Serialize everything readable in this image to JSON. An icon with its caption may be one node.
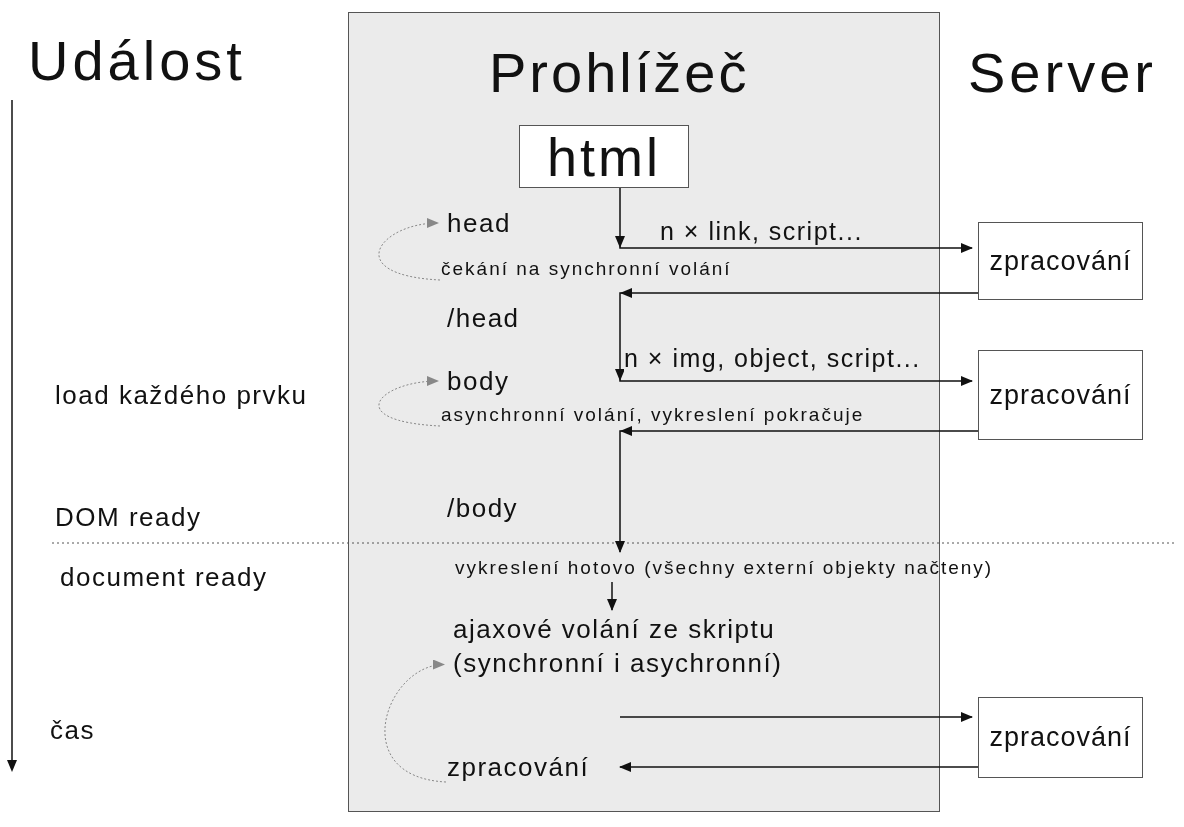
{
  "diagram": {
    "nodes": [
      {
        "text": [
          "Prohlížeč"
        ]
      },
      {
        "text": [
          "html"
        ],
        "in": 0
      },
      {
        "text": [
          "head"
        ],
        "in": 0
      },
      {
        "text": [
          "čekání na synchronní volání"
        ],
        "in": 0
      },
      {
        "text": [
          "/head"
        ],
        "in": 0
      },
      {
        "text": [
          "body"
        ],
        "in": 0
      },
      {
        "text": [
          "asynchronní volání, vykreslení pokračuje"
        ],
        "in": 0
      },
      {
        "text": [
          "/body"
        ],
        "in": 0
      },
      {
        "text": [
          "vykreslení hotovo (všechny externí objekty načteny)"
        ]
      },
      {
        "text": [
          "ajaxové volání ze skriptu (synchronní i asychronní)"
        ],
        "in": 0
      },
      {
        "text": [
          "zpracování"
        ],
        "in": 0
      },
      {
        "text": [
          "zpracování"
        ]
      },
      {
        "text": [
          "zpracování"
        ]
      },
      {
        "text": [
          "zpracování"
        ]
      }
    ],
    "edges": [
      {
        "from": 1,
        "to": 11,
        "arrow": "to",
        "label": "n × link, script..."
      },
      {
        "from": 11,
        "to": 12,
        "arrow": "to",
        "label": "n × img, object, script..."
      },
      {
        "from": 12,
        "to": 8,
        "arrow": "to"
      },
      {
        "from": 8,
        "to": 9,
        "arrow": "to"
      },
      {
        "from": 9,
        "to": 13,
        "arrow": "to"
      },
      {
        "from": 13,
        "to": 10,
        "arrow": "to"
      },
      {
        "from": 3,
        "to": 2,
        "arrow": "to",
        "style": "dashed",
        "color": "#888888"
      },
      {
        "from": 6,
        "to": 5,
        "arrow": "to",
        "style": "dashed",
        "color": "#888888"
      },
      {
        "from": 10,
        "to": 9,
        "arrow": "to",
        "style": "dashed",
        "color": "#888888"
      }
    ],
    "labels": [
      "Událost",
      "Server",
      "load každého prvku",
      "DOM ready",
      "document ready",
      "čas"
    ]
  }
}
